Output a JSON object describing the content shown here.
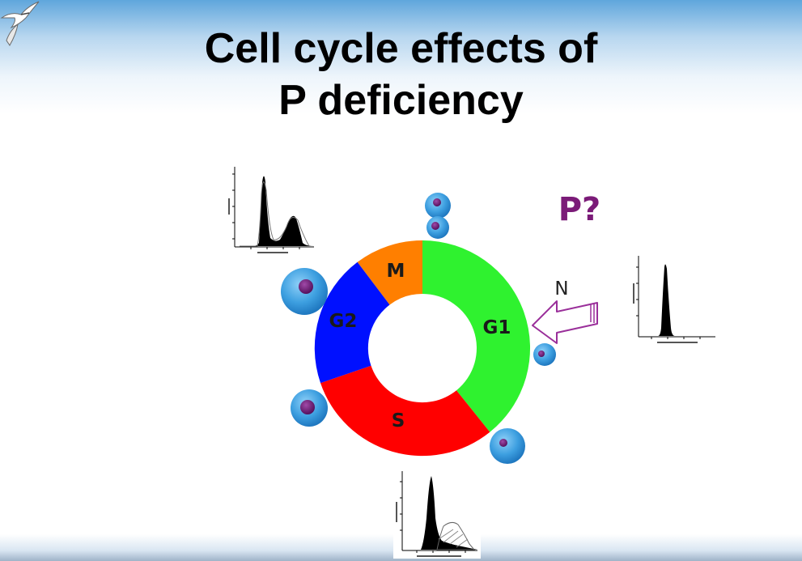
{
  "slide": {
    "title_line1": "Cell cycle effects of",
    "title_line2": "P deficiency",
    "question_label": "P?",
    "arrow_label": "N"
  },
  "cycle": {
    "phases": [
      {
        "name": "M",
        "color": "#ff7f00"
      },
      {
        "name": "G1",
        "color": "#2ff22f"
      },
      {
        "name": "S",
        "color": "#ff0000"
      },
      {
        "name": "G2",
        "color": "#0010ff"
      }
    ]
  },
  "colors": {
    "question": "#7b1b78",
    "arrow": "#9a2f9a",
    "cell": "#3d9fe0",
    "nucleus": "#6a1470"
  },
  "icons": [
    "seagull-logo",
    "flow-histogram",
    "cell",
    "nucleus",
    "hollow-arrow"
  ]
}
